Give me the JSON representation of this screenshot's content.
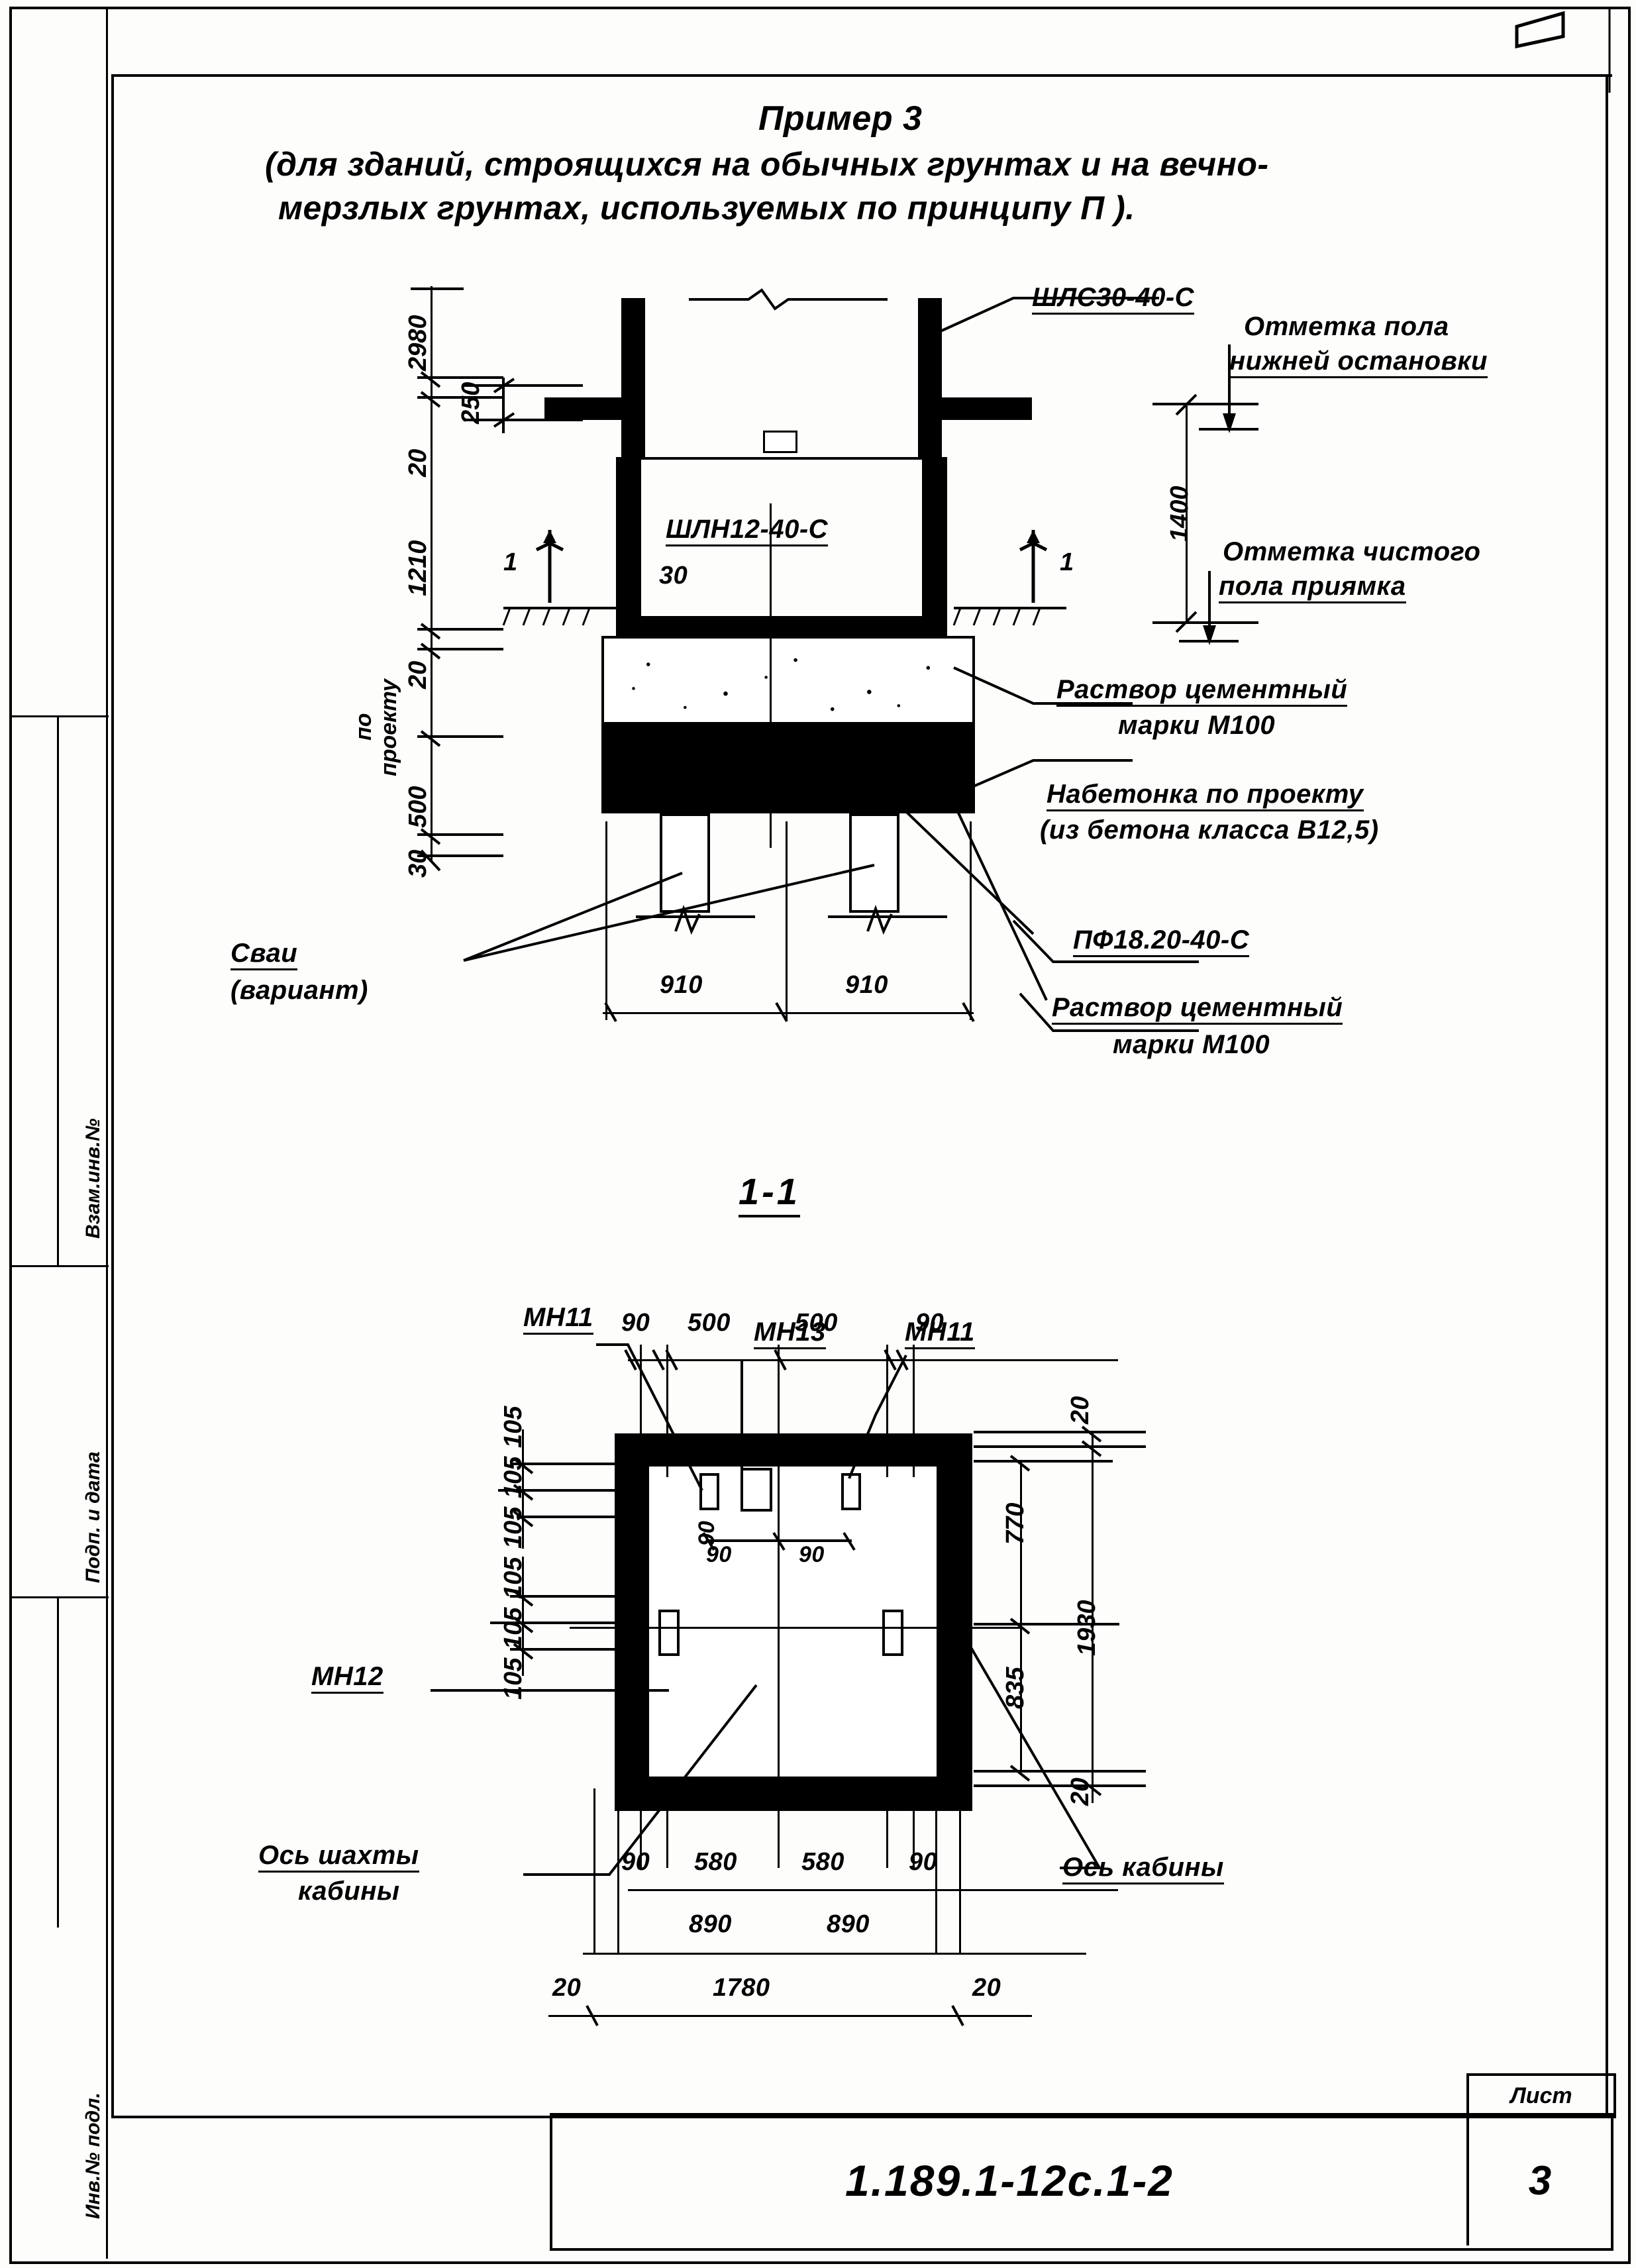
{
  "document": {
    "title": "Пример 3",
    "subtitle_line1": "(для зданий, строящихся на обычных грунтах и на вечно-",
    "subtitle_line2": "мерзлых грунтах, используемых по принципу П ).",
    "section_label": "1-1",
    "sheet_code": "1.189.1-12с.1-2",
    "sheet_header": "Лист",
    "sheet_number": "3"
  },
  "margin": {
    "items": [
      {
        "label": "Взам.инв.№"
      },
      {
        "label": "Подп. и дата"
      },
      {
        "label": "Инв.№ подл."
      }
    ]
  },
  "section_view": {
    "callouts": [
      {
        "name": "shaft-top-element",
        "text": "ШЛС30-40-С"
      },
      {
        "name": "floor-level-bottom-stop",
        "line1": "Отметка пола",
        "line2": "нижней остановки"
      },
      {
        "name": "clean-floor-level-pit",
        "line1": "Отметка чистого",
        "line2": "пола приямка"
      },
      {
        "name": "shaft-bottom-element",
        "text": "ШЛН12-40-С"
      },
      {
        "name": "cement-mortar-upper",
        "line1": "Раствор цементный",
        "line2": "марки М100"
      },
      {
        "name": "concrete-overlay",
        "line1": "Набетонка по проекту",
        "line2": "(из бетона класса В12,5)"
      },
      {
        "name": "foundation-slab",
        "text": "ПФ18.20-40-С"
      },
      {
        "name": "cement-mortar-lower",
        "line1": "Раствор цементный",
        "line2": "марки М100"
      },
      {
        "name": "piles-variant",
        "line1": "Сваи",
        "line2": "(вариант)"
      }
    ],
    "vertical_dims": [
      {
        "value": "2980"
      },
      {
        "value": "20"
      },
      {
        "value": "1210"
      },
      {
        "value": "20"
      },
      {
        "value": "500"
      },
      {
        "value": "30"
      }
    ],
    "vertical_note": {
      "line1": "по",
      "line2": "проекту"
    },
    "inner_dims": [
      {
        "value": "250"
      },
      {
        "value": "1400"
      },
      {
        "value": "30"
      }
    ],
    "bottom_dims": [
      {
        "value": "910"
      },
      {
        "value": "910"
      }
    ],
    "section_marks": [
      {
        "value": "1"
      },
      {
        "value": "1"
      }
    ]
  },
  "plan_view": {
    "top_dims": [
      {
        "value": "90"
      },
      {
        "value": "500"
      },
      {
        "value": "500"
      },
      {
        "value": "90"
      }
    ],
    "left_dims": [
      {
        "value": "105"
      },
      {
        "value": "105"
      },
      {
        "value": "105"
      },
      {
        "value": "105"
      },
      {
        "value": "105"
      },
      {
        "value": "105"
      }
    ],
    "inner_small_dims": [
      {
        "value": "90"
      },
      {
        "value": "90"
      },
      {
        "value": "90"
      }
    ],
    "right_dims": [
      {
        "value": "20"
      },
      {
        "value": "770"
      },
      {
        "value": "835"
      },
      {
        "value": "1930"
      },
      {
        "value": "20"
      }
    ],
    "bottom_dims_row1": [
      {
        "value": "90"
      },
      {
        "value": "580"
      },
      {
        "value": "580"
      },
      {
        "value": "90"
      }
    ],
    "bottom_dims_row2": [
      {
        "value": "890"
      },
      {
        "value": "890"
      }
    ],
    "bottom_dims_row3": [
      {
        "value": "20"
      },
      {
        "value": "1780"
      },
      {
        "value": "20"
      }
    ],
    "callouts": [
      {
        "name": "embedded-part-mn11-left",
        "text": "МН11"
      },
      {
        "name": "embedded-part-mn13",
        "text": "МН13"
      },
      {
        "name": "embedded-part-mn11-right",
        "text": "МН11"
      },
      {
        "name": "embedded-part-mn12",
        "text": "МН12"
      },
      {
        "name": "cabin-shaft-axis",
        "line1": "Ось шахты",
        "line2": "кабины"
      },
      {
        "name": "cabin-axis",
        "text": "Ось кабины"
      }
    ]
  },
  "colors": {
    "ink": "#000000",
    "paper": "#fdfdfc"
  }
}
